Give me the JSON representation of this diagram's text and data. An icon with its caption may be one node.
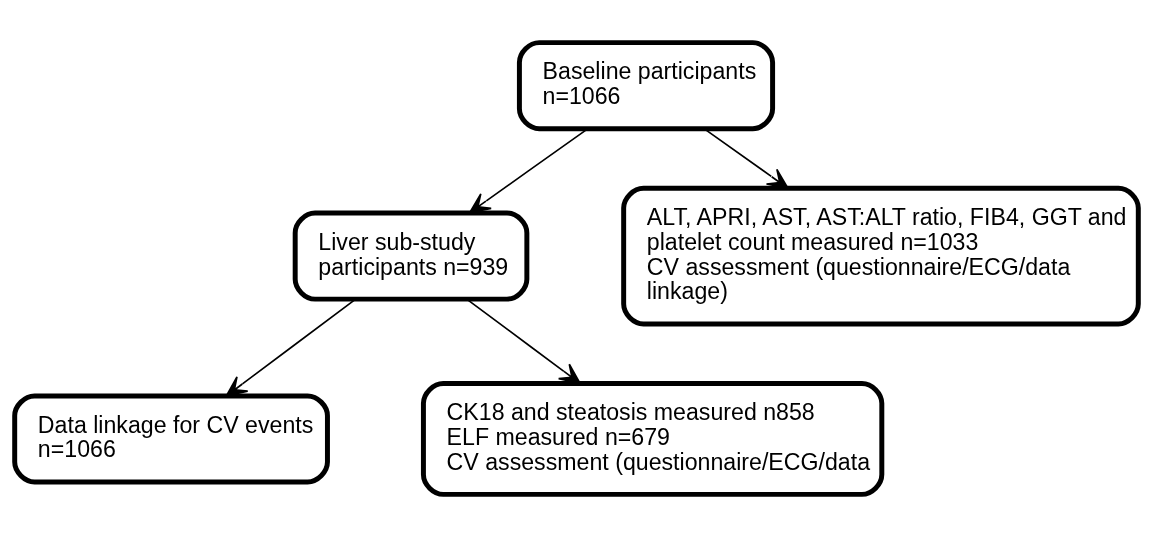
{
  "diagram": {
    "nodes": [
      {
        "text": [
          "Baseline participants n=1066"
        ]
      },
      {
        "text": [
          "Liver sub-study participants n=939"
        ]
      },
      {
        "text": [
          "ALT, APRI, AST, AST:ALT ratio, FIB4, GGT and platelet count measured n=1033",
          "CV assessment (questionnaire/ECG/data linkage)"
        ]
      },
      {
        "text": [
          "Data linkage for CV events n=1066"
        ]
      },
      {
        "text": [
          "CK18 and steatosis measured n858",
          "ELF measured n=679",
          "CV assessment (questionnaire/ECG/data"
        ]
      }
    ],
    "edges": [
      {
        "from": 0,
        "to": 1,
        "arrow": "to"
      },
      {
        "from": 0,
        "to": 2,
        "arrow": "to"
      },
      {
        "from": 1,
        "to": 3,
        "arrow": "to"
      },
      {
        "from": 1,
        "to": 4,
        "arrow": "to"
      }
    ]
  }
}
